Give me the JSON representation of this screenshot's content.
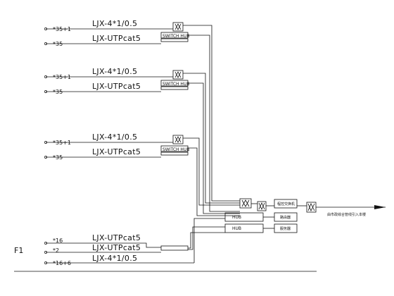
{
  "diagram": {
    "floor_label": "F1",
    "groups": [
      {
        "tel_count": "*35+1",
        "tel_cable": "LJX-4*1/0.5",
        "data_count": "*35",
        "data_cable": "LJX-UTPcat5",
        "hub_label": "SWITCH HUB"
      },
      {
        "tel_count": "*35+1",
        "tel_cable": "LJX-4*1/0.5",
        "data_count": "*35",
        "data_cable": "LJX-UTPcat5",
        "hub_label": "SWITCH HUB"
      },
      {
        "tel_count": "*35+1",
        "tel_cable": "LJX-4*1/0.5",
        "data_count": "*35",
        "data_cable": "LJX-UTPcat5",
        "hub_label": "SWITCH HUB"
      }
    ],
    "bottom": [
      {
        "count": "*16",
        "cable": "LJX-UTPcat5"
      },
      {
        "count": "*2",
        "cable": "LJX-UTPcat5"
      },
      {
        "count": "*16+6",
        "cable": "LJX-4*1/0.5"
      }
    ],
    "center": {
      "hub_a": "HUB",
      "hub_b": "HUB",
      "box_top": "程控交换机",
      "box_mid": "路由器",
      "box_bot": "服务器",
      "incoming": "由市政综合管线引入本楼"
    }
  },
  "colors": {
    "line": "#111111",
    "background": "#ffffff"
  }
}
